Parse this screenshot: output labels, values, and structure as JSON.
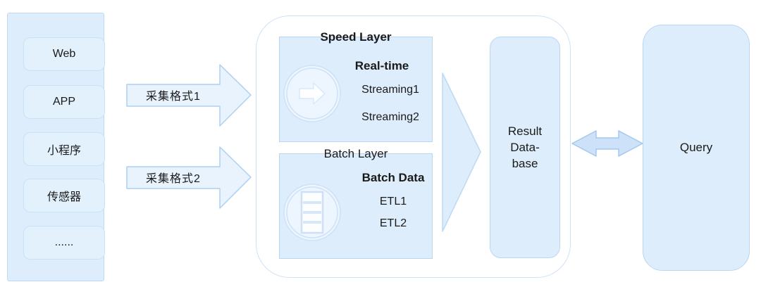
{
  "palette": {
    "canvas_bg": "#ffffff",
    "shape_fill": "#ddedfb",
    "shape_border": "#b9d6f3",
    "item_fill": "#e3f1fd",
    "item_border": "#c9e1f7",
    "ingest_arrow_fill": "#e9f3fe",
    "ingest_arrow_border": "#aecff1",
    "container_border": "#cde2f8",
    "double_arrow_fill": "#cde2f9",
    "double_arrow_border": "#a3c8ef",
    "icon_circle_fill": "#edf5fe",
    "icon_ring": "#cde2f8",
    "text": "#1a1a1a"
  },
  "sources_panel": {
    "items": [
      "Web",
      "APP",
      "小程序",
      "传感器",
      "......"
    ]
  },
  "ingest_arrows": {
    "arrow1_label": "采集格式1",
    "arrow2_label": "采集格式2"
  },
  "processing_container": {
    "speed_layer": {
      "title": "Speed Layer",
      "icon": "arrow-right-circle-icon",
      "heading": "Real-time",
      "item1": "Streaming1",
      "item2": "Streaming2"
    },
    "batch_layer": {
      "title": "Batch Layer",
      "icon": "table-circle-icon",
      "heading": "Batch Data",
      "item1": "ETL1",
      "item2": "ETL2"
    }
  },
  "result_database": {
    "line1": "Result",
    "line2": "Data-",
    "line3": "base"
  },
  "query_box": {
    "label": "Query"
  }
}
